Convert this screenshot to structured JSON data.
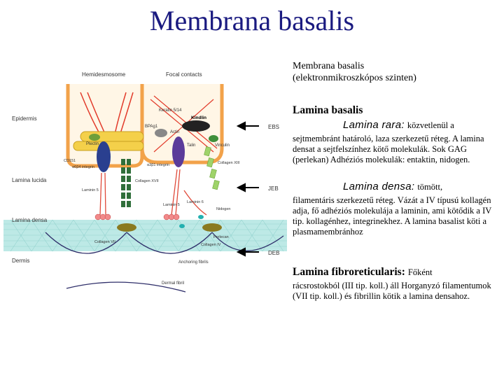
{
  "slide": {
    "title": "Membrana basalis",
    "header_line1": "Membrana basalis",
    "header_line2": "(elektronmikroszkópos szinten)",
    "lamina_basalis_heading": "Lamina basalis",
    "lamina_rara_term": "Lamina rara:",
    "lamina_rara_def": "közvetlenül a",
    "lamina_rara_text": "sejtmembránt határoló, laza szerkezetű réteg. A lamina densat a sejtfelszínhez kötő molekulák. Sok GAG (perlekan) Adhéziós molekulák: entaktin, nidogen.",
    "lamina_densa_term": "Lamina densa:",
    "lamina_densa_def": "tömött,",
    "lamina_densa_text": "filamentáris szerkezetű réteg. Vázát a IV típusú kollagén adja, fő adhéziós molekulája a laminin, ami kötődik a IV tip. kollagénhez, integrinekhez. A lamina basalist köti a plasmamembránhoz",
    "fibroreticularis_term": "Lamina fibroreticularis:",
    "fibroreticularis_def": "Főként",
    "fibroreticularis_text": "rácsrostokból (III tip. koll.) áll Horganyzó filamentumok (VII tip. koll.) és fibrillin kötik a lamina densahoz."
  },
  "figure": {
    "top_labels": [
      "Hemidesmosome",
      "Focal contacts"
    ],
    "left_labels": [
      "Epidermis",
      "Lamina lucida",
      "Lamina densa",
      "Dermis"
    ],
    "right_labels": [
      "EBS",
      "JEB",
      "DEB"
    ],
    "molecule_labels": {
      "keratin": "Keratin 5/14",
      "kindlin": "Kindlin",
      "bpag1": "BPAg1",
      "actin": "Actin",
      "plectin": "Plectin",
      "talin": "Talin",
      "vinculin": "Vinculin",
      "cd151": "CD151",
      "a6b4": "α6β4 integrin",
      "a3b1": "α3β1 integrin",
      "collagen17": "Collagen XVII",
      "collagen13": "Collagen XIII",
      "laminin5a": "Laminin 5",
      "laminin5b": "Laminin 5",
      "laminin6": "Laminin 6",
      "nidogen": "Nidogen",
      "perlecan": "Perlecan",
      "collagen4": "Collagen IV",
      "collagen7": "Collagen VII",
      "anchoring": "Anchoring fibrils",
      "dermal": "Dermal fibril"
    },
    "colors": {
      "cell": "#f2a24a",
      "cell_fill": "#fff6e6",
      "lamina_densa": "#bde9e6",
      "integrin": "#2a3f8f",
      "integrin2": "#5b3b9a",
      "keratin": "#e23b2b",
      "collagen17": "#2f6e3a",
      "collagen13": "#9fd36a",
      "laminin": "#e04a3a",
      "perlecan": "#8a7a20"
    }
  }
}
